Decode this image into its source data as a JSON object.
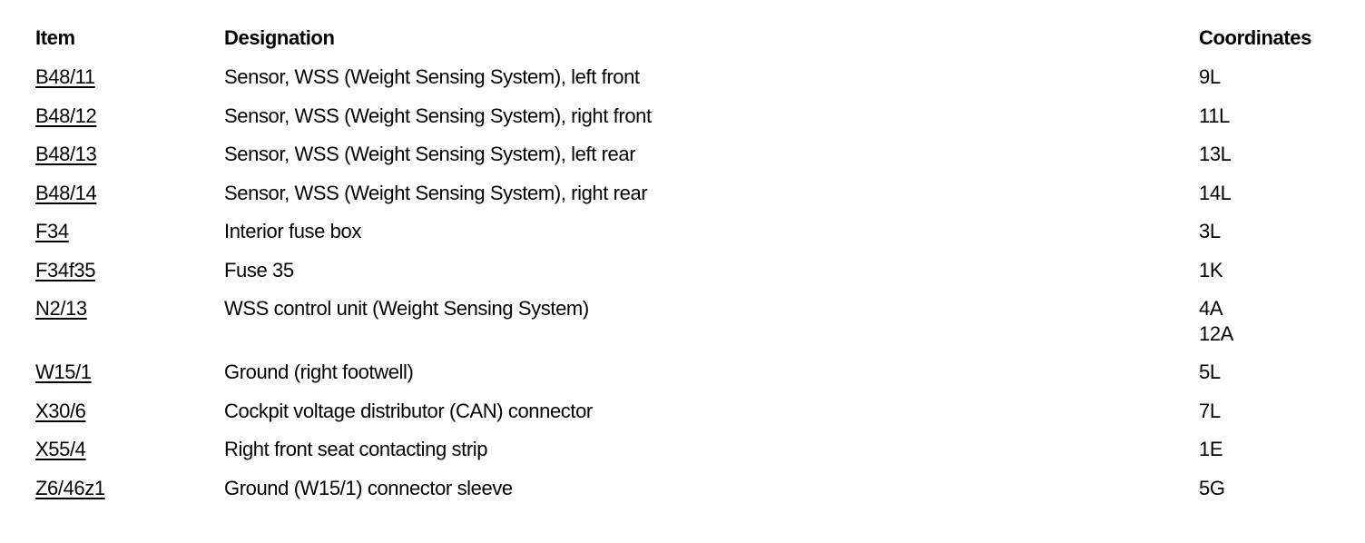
{
  "header": {
    "item": "Item",
    "designation": "Designation",
    "coordinates": "Coordinates"
  },
  "rows": [
    {
      "item": "B48/11",
      "designation": "Sensor, WSS (Weight Sensing System), left front",
      "coordinates": [
        "9L"
      ]
    },
    {
      "item": "B48/12",
      "designation": "Sensor, WSS (Weight Sensing System), right front",
      "coordinates": [
        "11L"
      ]
    },
    {
      "item": "B48/13",
      "designation": "Sensor, WSS (Weight Sensing System), left rear",
      "coordinates": [
        "13L"
      ]
    },
    {
      "item": "B48/14",
      "designation": "Sensor, WSS (Weight Sensing System), right rear",
      "coordinates": [
        "14L"
      ]
    },
    {
      "item": "F34",
      "designation": "Interior fuse box",
      "coordinates": [
        "3L"
      ]
    },
    {
      "item": "F34f35",
      "designation": "Fuse 35",
      "coordinates": [
        "1K"
      ]
    },
    {
      "item": "N2/13",
      "designation": "WSS control unit (Weight Sensing System)",
      "coordinates": [
        "4A",
        "12A"
      ]
    },
    {
      "item": "W15/1",
      "designation": "Ground (right footwell)",
      "coordinates": [
        "5L"
      ]
    },
    {
      "item": "X30/6",
      "designation": "Cockpit voltage distributor (CAN) connector",
      "coordinates": [
        "7L"
      ]
    },
    {
      "item": "X55/4",
      "designation": "Right front seat contacting strip",
      "coordinates": [
        "1E"
      ]
    },
    {
      "item": "Z6/46z1",
      "designation": "Ground (W15/1) connector sleeve",
      "coordinates": [
        "5G"
      ]
    }
  ]
}
